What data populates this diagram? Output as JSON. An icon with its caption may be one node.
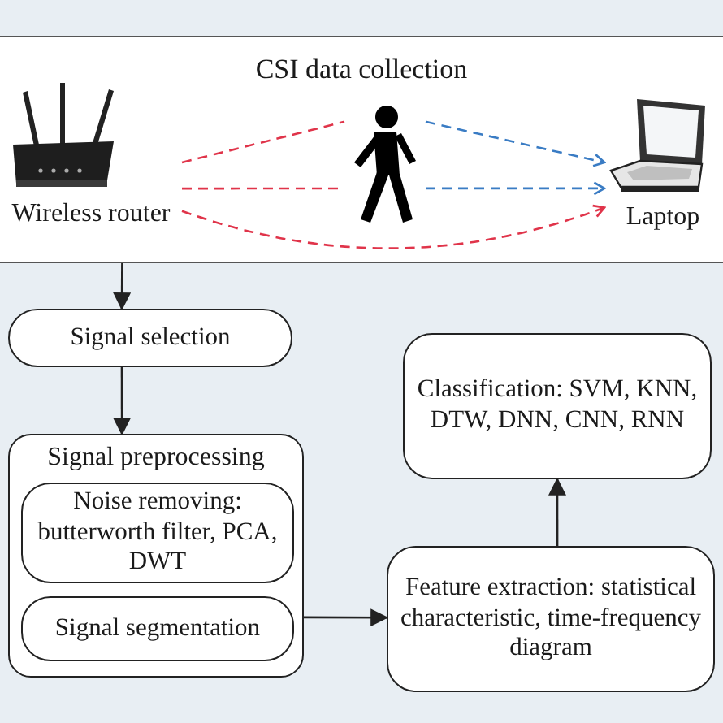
{
  "diagram": {
    "nodes": [
      {
        "text": [
          "CSI data collection"
        ]
      },
      {
        "text": [],
        "shape": "picture",
        "in": 0,
        "beside": [
          "Wireless router"
        ]
      },
      {
        "text": [],
        "shape": "picture",
        "in": 0
      },
      {
        "text": [],
        "shape": "picture",
        "in": 0,
        "beside": [
          "Laptop"
        ]
      },
      {
        "text": [
          "Signal selection"
        ]
      },
      {
        "text": [
          "Signal preprocessing"
        ]
      },
      {
        "text": [
          "Noise removing: butterworth filter, PCA, DWT"
        ],
        "in": 5
      },
      {
        "text": [
          "Signal segmentation"
        ],
        "in": 5
      },
      {
        "text": [
          "Feature extraction: statistical characteristic, time-frequency diagram"
        ]
      },
      {
        "text": [
          "Classification: SVM, KNN, DTW, DNN, CNN, RNN"
        ]
      }
    ],
    "edges": [
      {
        "from": 1,
        "to": 2,
        "arrow": "none",
        "style": "dashed",
        "color": "#e0344a"
      },
      {
        "from": 1,
        "to": 2,
        "arrow": "none",
        "style": "dashed",
        "color": "#e0344a"
      },
      {
        "from": 1,
        "to": 3,
        "arrow": "to",
        "style": "dashed",
        "color": "#e0344a"
      },
      {
        "from": 2,
        "to": 3,
        "arrow": "to",
        "style": "dashed",
        "color": "#3a7cc4"
      },
      {
        "from": 2,
        "to": 3,
        "arrow": "to",
        "style": "dashed",
        "color": "#3a7cc4"
      },
      {
        "from": 0,
        "to": 4,
        "arrow": "to"
      },
      {
        "from": 4,
        "to": 5,
        "arrow": "to"
      },
      {
        "from": 5,
        "to": 8,
        "arrow": "to"
      },
      {
        "from": 8,
        "to": 9,
        "arrow": "to"
      }
    ]
  }
}
